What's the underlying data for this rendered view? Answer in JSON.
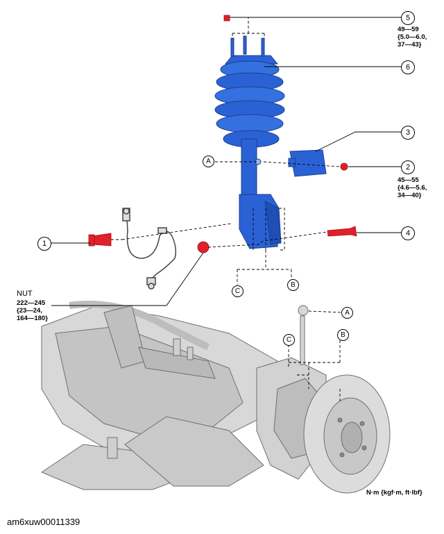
{
  "callouts": {
    "c1": {
      "number": "1"
    },
    "c2": {
      "number": "2",
      "torque": "45—55\n{4.6—5.6,\n34—40}"
    },
    "c3": {
      "number": "3"
    },
    "c4": {
      "number": "4"
    },
    "c5": {
      "number": "5",
      "torque": "49—59\n{5.0—6.0,\n37—43}"
    },
    "c6": {
      "number": "6"
    }
  },
  "nut": {
    "label": "NUT",
    "torque": "222—245\n{23—24,\n164—180}"
  },
  "reference_letters": {
    "a_top": "A",
    "a_bottom": "A",
    "b_top": "B",
    "b_bottom": "B",
    "c_top": "C",
    "c_bottom": "C"
  },
  "units_note": "N·m {kgf·m, ft·lbf}",
  "image_id": "am6xuw00011339",
  "colors": {
    "strut": "#2a62d6",
    "fastener": "#e0202a",
    "suspension": "#d6d6d6",
    "line": "#000000"
  }
}
